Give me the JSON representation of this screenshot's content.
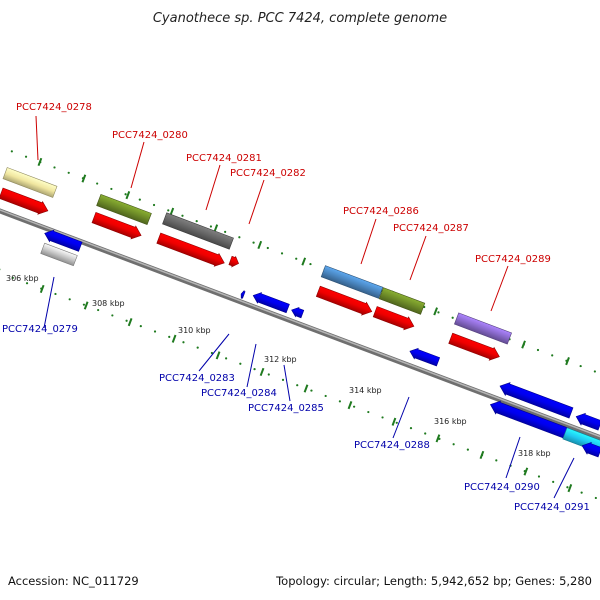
{
  "title": "Cyanothece sp. PCC 7424, complete genome",
  "accession_text": "Accession: NC_011729",
  "summary_text": "Topology: circular; Length: 5,942,652 bp; Genes: 5,280",
  "colors": {
    "forward_label": "#cc0000",
    "reverse_label": "#0000aa",
    "forward_gene": "#ee0000",
    "reverse_gene": "#0000ee",
    "backbone": "#888888",
    "tick": "#1f7a1f"
  },
  "ticks": [
    {
      "label": "306 kbp"
    },
    {
      "label": "308 kbp"
    },
    {
      "label": "310 kbp"
    },
    {
      "label": "312 kbp"
    },
    {
      "label": "314 kbp"
    },
    {
      "label": "316 kbp"
    },
    {
      "label": "318 kbp"
    }
  ],
  "genes": [
    {
      "id": "PCC7424_0278",
      "strand": "+",
      "cog_color": "#f0e6a0"
    },
    {
      "id": "PCC7424_0279",
      "strand": "-",
      "cog_color": "#c8c8c8"
    },
    {
      "id": "PCC7424_0280",
      "strand": "+",
      "cog_color": "#6e8c28"
    },
    {
      "id": "PCC7424_0281",
      "strand": "+",
      "cog_color": "#666666"
    },
    {
      "id": "PCC7424_0282",
      "strand": "+",
      "cog_color": ""
    },
    {
      "id": "PCC7424_0283",
      "strand": "-",
      "cog_color": ""
    },
    {
      "id": "PCC7424_0284",
      "strand": "-",
      "cog_color": ""
    },
    {
      "id": "PCC7424_0285",
      "strand": "-",
      "cog_color": ""
    },
    {
      "id": "PCC7424_0286",
      "strand": "+",
      "cog_color": "#4a86c0"
    },
    {
      "id": "PCC7424_0287",
      "strand": "+",
      "cog_color": "#6e8c28"
    },
    {
      "id": "PCC7424_0288",
      "strand": "-",
      "cog_color": ""
    },
    {
      "id": "PCC7424_0289",
      "strand": "+",
      "cog_color": "#8a6acc"
    },
    {
      "id": "PCC7424_0290",
      "strand": "-",
      "cog_color": ""
    },
    {
      "id": "PCC7424_0291",
      "strand": "-",
      "cog_color": "#20c8f0"
    }
  ]
}
